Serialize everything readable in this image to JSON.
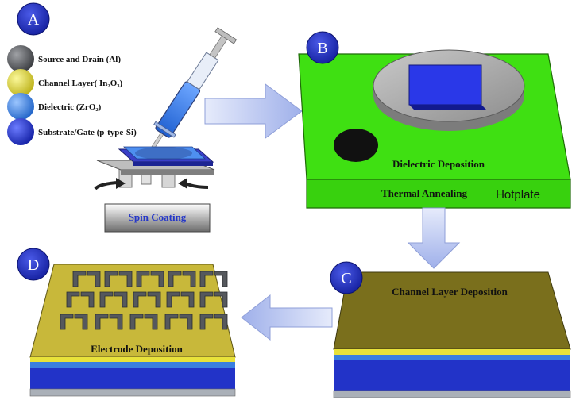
{
  "steps": {
    "a": "A",
    "b": "B",
    "c": "C",
    "d": "D"
  },
  "legend": [
    {
      "text": "Source and Drain (Al)",
      "color": "#4d4f52"
    },
    {
      "text": "Channel Layer( In₂O₃)",
      "color": "#e8e23a"
    },
    {
      "text": "Dielectric (ZrO₂)",
      "color": "#3a7fe0"
    },
    {
      "text": "Substrate/Gate (p-type-Si)",
      "color": "#2233c8"
    }
  ],
  "captions": {
    "spin_coating": "Spin Coating",
    "dielectric_deposition": "Dielectric Deposition",
    "thermal_annealing": "Thermal Annealing",
    "hotplate": "Hotplate",
    "channel_layer_deposition": "Channel Layer Deposition",
    "electrode_deposition": "Electrode Deposition"
  },
  "colors": {
    "step_badge": "#2230c4",
    "hotplate_green": "#3fe012",
    "channel_olive": "#7a6f1c",
    "electrode_gold": "#c8b83a",
    "arrow": "#b9c4ec"
  }
}
